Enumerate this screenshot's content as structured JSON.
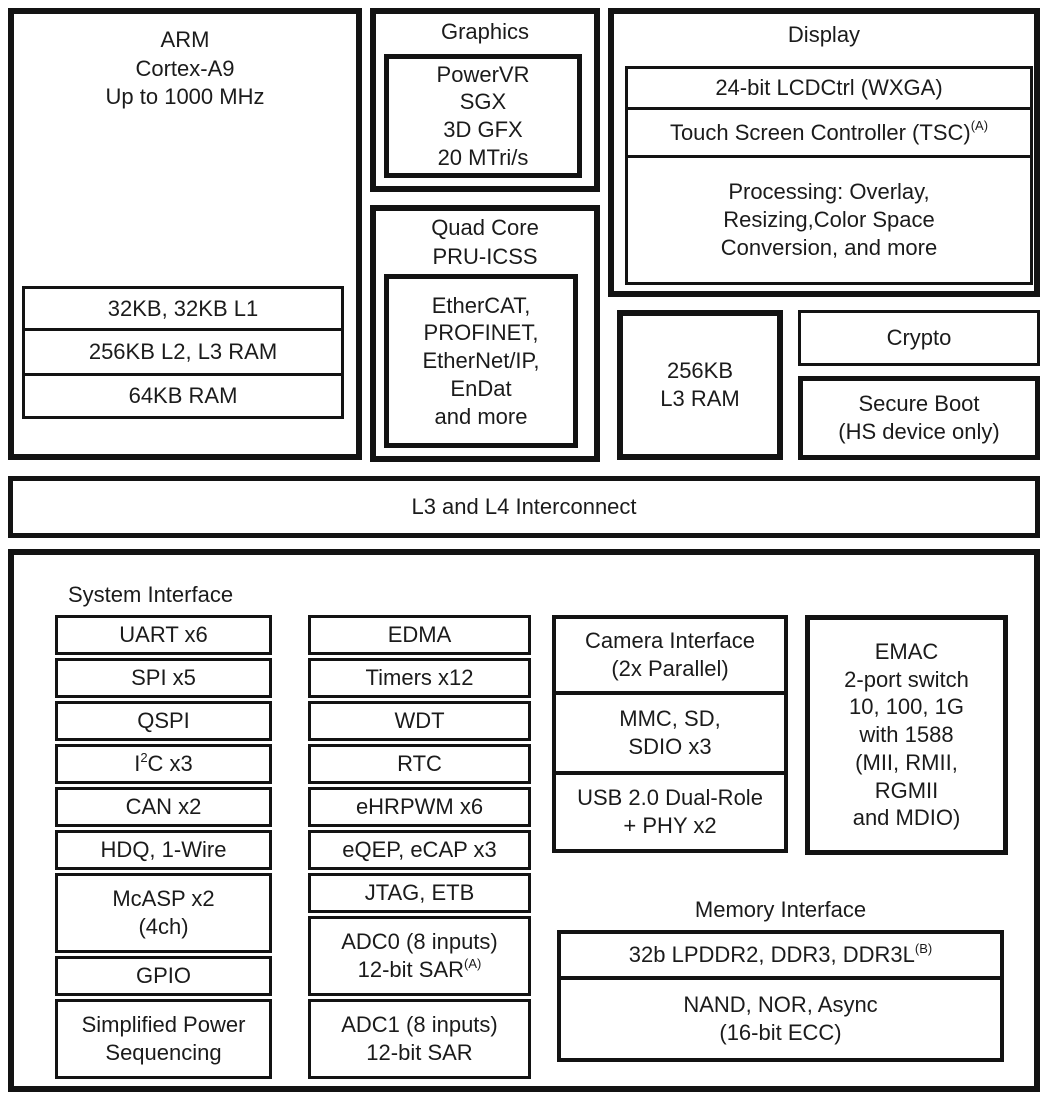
{
  "arm": {
    "title": "ARM\nCortex-A9\nUp to 1000 MHz",
    "rows": [
      "32KB, 32KB L1",
      "256KB L2, L3 RAM",
      "64KB RAM"
    ]
  },
  "graphics": {
    "title": "Graphics",
    "body": "PowerVR\nSGX\n3D GFX\n20 MTri/s"
  },
  "pru": {
    "title": "Quad Core\nPRU-ICSS",
    "body": "EtherCAT,\nPROFINET,\nEtherNet/IP,\nEnDat\nand more"
  },
  "display": {
    "title": "Display",
    "lcd": "24-bit LCDCtrl (WXGA)",
    "tsc": {
      "text": "Touch Screen Controller (TSC)",
      "sup": "(A)"
    },
    "processing": "Processing: Overlay,\nResizing,Color Space\nConversion, and more"
  },
  "ocmc": {
    "label": "256KB\nL3 RAM"
  },
  "crypto": {
    "label": "Crypto"
  },
  "secure_boot": {
    "label": "Secure Boot\n(HS device only)"
  },
  "interconnect": {
    "label": "L3 and L4 Interconnect"
  },
  "system_interface": {
    "title": "System Interface",
    "col1": {
      "rows": [
        "UART x6",
        "SPI x5",
        "QSPI",
        "CAN x2",
        "HDQ, 1-Wire",
        "McASP x2\n(4ch)",
        "GPIO"
      ],
      "i2c": {
        "pre": "I",
        "sup": "2",
        "post": "C x3"
      },
      "power": "Simplified Power\nSequencing"
    },
    "col2": {
      "rows": [
        "EDMA",
        "Timers x12",
        "WDT",
        "RTC",
        "eHRPWM x6",
        "eQEP, eCAP x3",
        "JTAG, ETB"
      ],
      "adc0": {
        "line1": "ADC0 (8 inputs)",
        "line2": "12-bit SAR",
        "sup": "(A)"
      },
      "adc1": "ADC1 (8 inputs)\n12-bit SAR"
    },
    "col3": {
      "camera": "Camera Interface\n(2x Parallel)",
      "mmc": "MMC, SD,\nSDIO x3",
      "usb": "USB 2.0 Dual-Role\n+ PHY x2"
    },
    "emac": "EMAC\n2-port switch\n10, 100, 1G\nwith 1588\n(MII, RMII,\nRGMII\nand MDIO)"
  },
  "memory_interface": {
    "title": "Memory Interface",
    "ddr": {
      "text": "32b LPDDR2, DDR3, DDR3L",
      "sup": "(B)"
    },
    "nand": "NAND, NOR, Async\n(16-bit ECC)"
  },
  "colors": {
    "border": "#131313",
    "background": "#ffffff",
    "text": "#1b1b1b"
  }
}
